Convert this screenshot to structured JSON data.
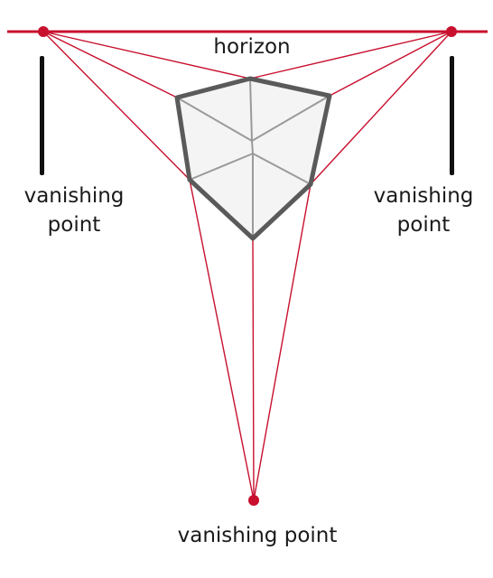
{
  "labels": {
    "horizon": "horizon",
    "left_vp": [
      "vanishing",
      "point"
    ],
    "right_vp": [
      "vanishing",
      "point"
    ],
    "bottom_vp": "vanishing point"
  },
  "colors": {
    "construction_line": "#c8102e",
    "vanishing_point_dot": "#c8102e",
    "cube_edge_outer": "#5a5a5a",
    "cube_edge_inner": "#9a9a9a",
    "text": "#1a1a1a",
    "marker_bar": "#111111"
  }
}
